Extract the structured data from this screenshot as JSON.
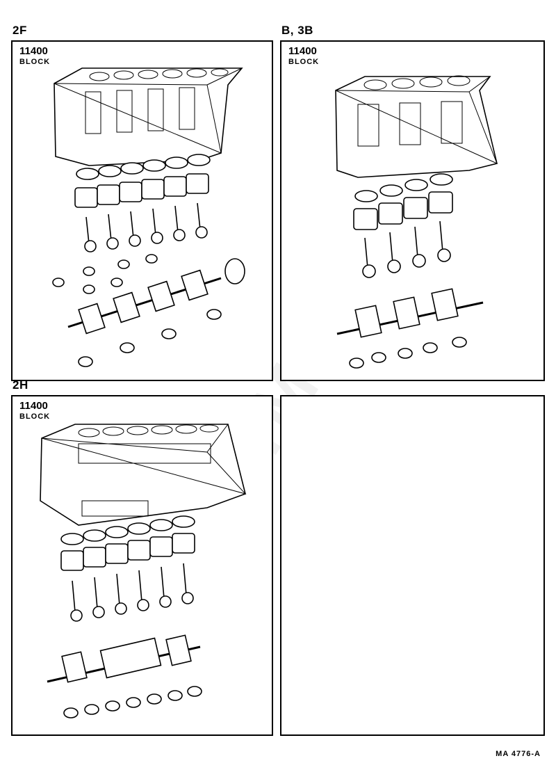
{
  "watermark": "ToyotaCarManual",
  "doc_code": "MA 4776-A",
  "sections": [
    {
      "engine": "2F",
      "part_number": "11400",
      "part_name": "BLOCK"
    },
    {
      "engine": "B, 3B",
      "part_number": "11400",
      "part_name": "BLOCK"
    },
    {
      "engine": "2H",
      "part_number": "11400",
      "part_name": "BLOCK"
    }
  ]
}
